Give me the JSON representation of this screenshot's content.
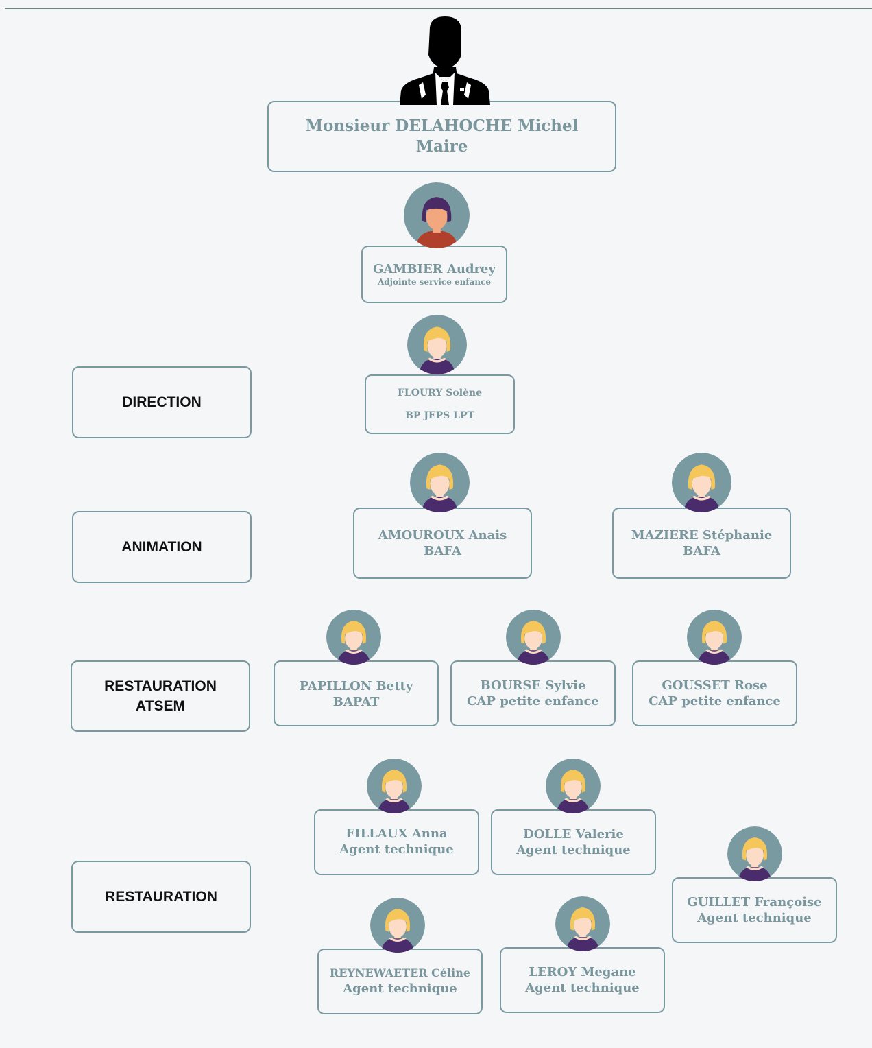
{
  "colors": {
    "background": "#f4f6f8",
    "box_border": "#7a9aa1",
    "name_text": "#7a969d",
    "category_text": "#111111",
    "avatar_circle": "#7a9aa1",
    "skin": "#fddcc7",
    "hair_blond": "#f5c75a",
    "shirt_purple": "#4a2b6b",
    "hair_dark": "#4b2b66",
    "shirt_red": "#b0402c",
    "skin_dark": "#f3a77e"
  },
  "mayor": {
    "icon": "businessman-silhouette-icon",
    "name": "Monsieur DELAHOCHE Michel",
    "title": "Maire"
  },
  "deputy": {
    "icon": "woman-avatar-icon",
    "name": "GAMBIER Audrey",
    "title": "Adjointe service enfance"
  },
  "categories": {
    "direction": "DIRECTION",
    "animation": "ANIMATION",
    "restauration_atsem_line1": "RESTAURATION",
    "restauration_atsem_line2": "ATSEM",
    "restauration": "RESTAURATION"
  },
  "staff": {
    "floury": {
      "icon": "woman-avatar-icon",
      "name": "FLOURY Solène",
      "title": "BP JEPS LPT"
    },
    "amouroux": {
      "icon": "woman-avatar-icon",
      "name": "AMOUROUX Anais",
      "title": "BAFA"
    },
    "maziere": {
      "icon": "woman-avatar-icon",
      "name": "MAZIERE Stéphanie",
      "title": "BAFA"
    },
    "papillon": {
      "icon": "woman-avatar-icon",
      "name": "PAPILLON Betty",
      "title": "BAPAT"
    },
    "bourse": {
      "icon": "woman-avatar-icon",
      "name": "BOURSE Sylvie",
      "title": "CAP petite enfance"
    },
    "gousset": {
      "icon": "woman-avatar-icon",
      "name": "GOUSSET Rose",
      "title": "CAP petite enfance"
    },
    "fillaux": {
      "icon": "woman-avatar-icon",
      "name": "FILLAUX Anna",
      "title": "Agent technique"
    },
    "dolle": {
      "icon": "woman-avatar-icon",
      "name": "DOLLE Valerie",
      "title": "Agent technique"
    },
    "guillet": {
      "icon": "woman-avatar-icon",
      "name": "GUILLET Françoise",
      "title": "Agent technique"
    },
    "reynewaeter": {
      "icon": "woman-avatar-icon",
      "name": "REYNEWAETER Céline",
      "title": "Agent technique"
    },
    "leroy": {
      "icon": "woman-avatar-icon",
      "name": "LEROY Megane",
      "title": "Agent technique"
    }
  }
}
